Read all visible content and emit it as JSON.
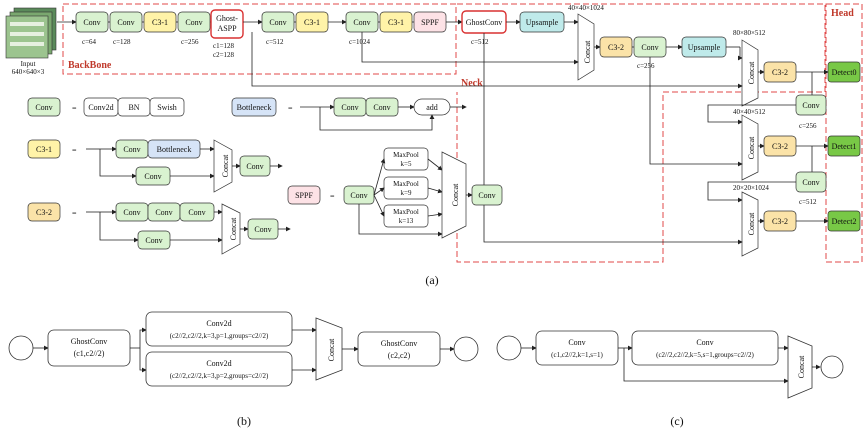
{
  "labels": {
    "input": "Input",
    "input_size": "640×640×3",
    "backbone": "BackBone",
    "neck": "Neck",
    "head": "Head",
    "conv": "Conv",
    "c31": "C3-1",
    "c32": "C3-2",
    "ghost_aspp_1": "Ghost-",
    "ghost_aspp_2": "ASPP",
    "sppf": "SPPF",
    "ghostconv": "GhostConv",
    "upsample": "Upsample",
    "concat": "Concat",
    "bottleneck": "Bottleneck",
    "conv2d": "Conv2d",
    "bn": "BN",
    "swish": "Swish",
    "add": "add",
    "maxpool": "MaxPool",
    "detect0": "Detect0",
    "detect1": "Detect1",
    "detect2": "Detect2",
    "equals": "="
  },
  "channels": {
    "c64": "c=64",
    "c128": "c=128",
    "c256": "c=256",
    "aspp_c1": "c1=128",
    "aspp_c2": "c2=128",
    "c512": "c=512",
    "c1024": "c=1024",
    "ghost_c512": "c=512",
    "neck_c256": "c=256",
    "head_c256": "c=256",
    "head_c512": "c=512"
  },
  "sizes": {
    "s40_1024": "40×40×1024",
    "s80_512": "80×80×512",
    "s40_512": "40×40×512",
    "s20_1024": "20×20×1024"
  },
  "kernels": {
    "k5": "k=5",
    "k9": "k=9",
    "k13": "k=13"
  },
  "sub_b": {
    "ghostconv_args": "(c1,c2//2)",
    "conv2d": "Conv2d",
    "conv2d_args1": "(c2//2,c2//2,k=3,p=1,groups=c2//2)",
    "conv2d_args2": "(c2//2,c2//2,k=3,p=2,groups=c2//2)",
    "ghostconv2_args": "(c2,c2)"
  },
  "sub_c": {
    "conv": "Conv",
    "conv1_args": "(c1,c2//2,k=1,s=1)",
    "conv2_args": "(c2//2,c2//2,k=5,s=1,groups=c2//2)"
  },
  "captions": {
    "a": "(a)",
    "b": "(b)",
    "c": "(c)"
  },
  "colors": {
    "conv": "#d9f2d0",
    "c3": "#fff3a8",
    "c32": "#fbe3a8",
    "ghost_border": "#d93030",
    "sppf": "#fde2e6",
    "upsample": "#bfeaea",
    "bottleneck": "#d6e4f7",
    "detect": "#78c846",
    "dash_red": "#e04a4a"
  }
}
